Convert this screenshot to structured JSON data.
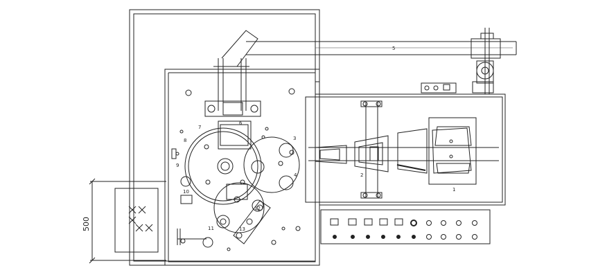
{
  "drawing": {
    "dimension_500": "500",
    "labels": {
      "n1": "1",
      "n2": "2",
      "n3": "3",
      "n4": "4",
      "n5": "5",
      "n6": "6",
      "n7": "7",
      "n8": "8",
      "n9": "9",
      "n10": "10",
      "n11": "11",
      "n12": "12",
      "n13": "13"
    }
  }
}
